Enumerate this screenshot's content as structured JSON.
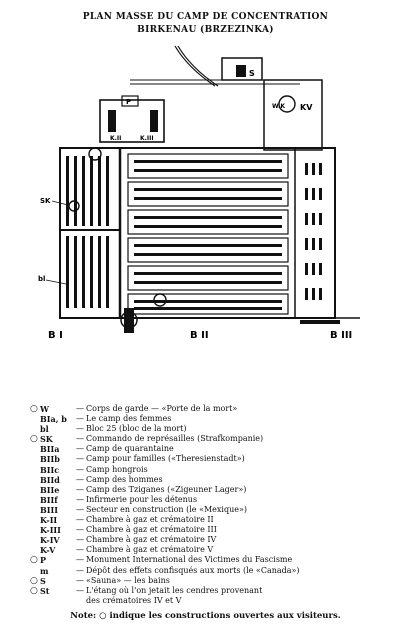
{
  "title": {
    "line1": "PLAN MASSE DU CAMP DE CONCENTRATION",
    "line2": "BIRKENAU (BRZEZINKA)"
  },
  "map_labels": {
    "s": "S",
    "kv": "KV",
    "wk": "W.K",
    "p": "P",
    "k2": "K.II",
    "k3": "K.III",
    "sk": "SK",
    "bl": "bl",
    "b1": "B I",
    "b2": "B II",
    "b3": "B III"
  },
  "legend": [
    {
      "mark": "○",
      "code": "W",
      "desc": "Corps de garde — «Porte de la mort»"
    },
    {
      "mark": "",
      "code": "BIa, b",
      "desc": "Le camp des femmes"
    },
    {
      "mark": "",
      "code": "bl",
      "desc": "Bloc 25 (bloc de la mort)"
    },
    {
      "mark": "○",
      "code": "SK",
      "desc": "Commando de représailles (Strafkompanie)"
    },
    {
      "mark": "",
      "code": "BIIa",
      "desc": "Camp de quarantaine"
    },
    {
      "mark": "",
      "code": "BIIb",
      "desc": "Camp pour familles («Theresienstadt»)"
    },
    {
      "mark": "",
      "code": "BIIc",
      "desc": "Camp hongrois"
    },
    {
      "mark": "",
      "code": "BIId",
      "desc": "Camp des hommes"
    },
    {
      "mark": "",
      "code": "BIIe",
      "desc": "Camp des Tziganes («Zigeuner Lager»)"
    },
    {
      "mark": "",
      "code": "BIIf",
      "desc": "Infirmerie pour les détenus"
    },
    {
      "mark": "",
      "code": "BIII",
      "desc": "Secteur en construction (le «Mexique»)"
    },
    {
      "mark": "",
      "code": "K-II",
      "desc": "Chambre à gaz et crématoire II"
    },
    {
      "mark": "",
      "code": "K-III",
      "desc": "Chambre à gaz et crématoire III"
    },
    {
      "mark": "",
      "code": "K-IV",
      "desc": "Chambre à gaz et crématoire IV"
    },
    {
      "mark": "",
      "code": "K-V",
      "desc": "Chambre à gaz et crématoire V"
    },
    {
      "mark": "○",
      "code": "P",
      "desc": "Monument International des Victimes du Fascisme"
    },
    {
      "mark": "",
      "code": "m",
      "desc": "Dépôt des effets confisqués aux morts (le «Canada»)"
    },
    {
      "mark": "○",
      "code": "S",
      "desc": "«Sauna» — les bains"
    },
    {
      "mark": "○",
      "code": "St",
      "desc": "L'étang où l'on jetait les cendres provenant"
    },
    {
      "mark": "",
      "code": "",
      "desc": "des crématoires IV et V"
    }
  ],
  "note": {
    "label": "Note:",
    "symbol": "○",
    "text": "indique les constructions ouvertes aux visiteurs."
  }
}
